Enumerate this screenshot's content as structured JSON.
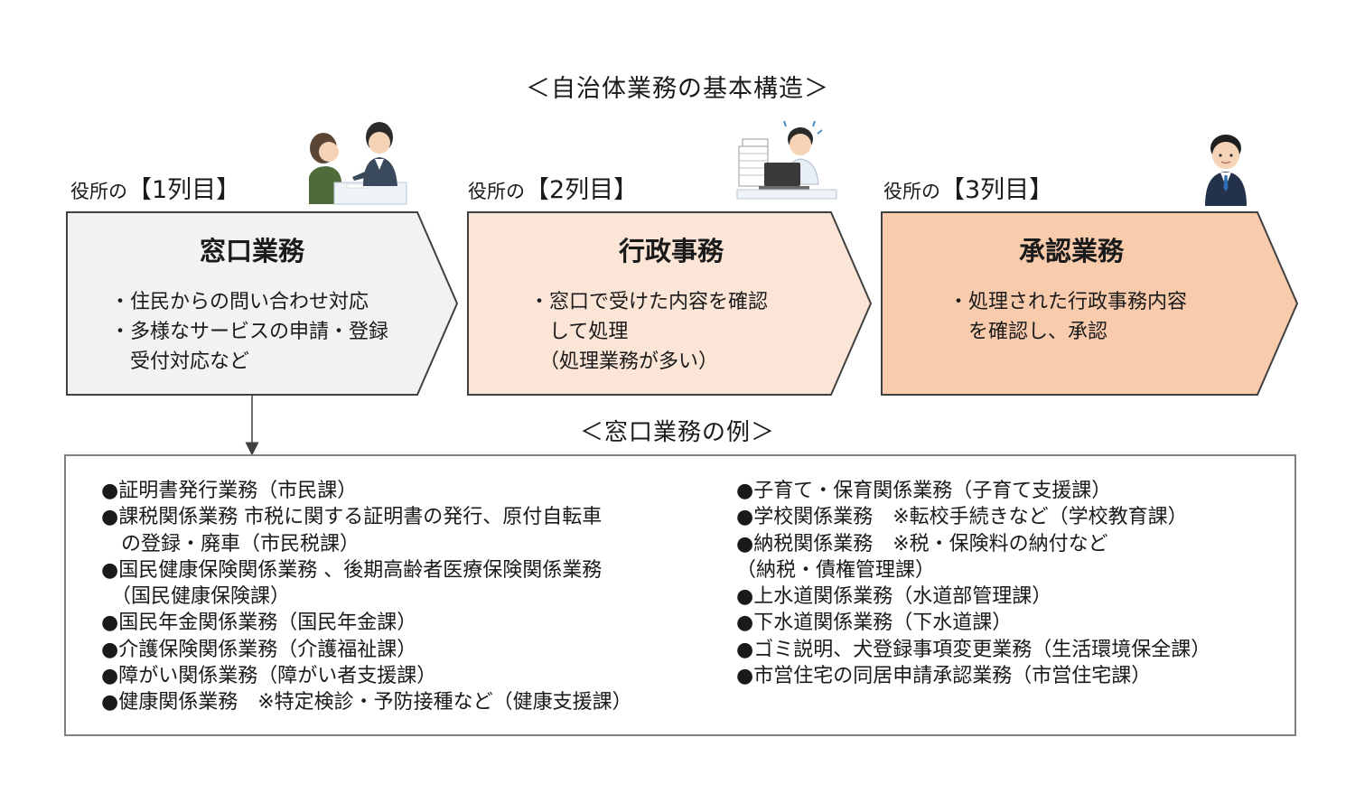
{
  "title": "＜自治体業務の基本構造＞",
  "columns": [
    {
      "label_prefix": "役所の",
      "label_main": "【1列目】",
      "box_title": "窓口業務",
      "body": "・住民からの問い合わせ対応\n・多様なサービスの申請・登録\n　受付対応など",
      "fill": "#f2f2f2",
      "illustration": "reception-counter-illustration"
    },
    {
      "label_prefix": "役所の",
      "label_main": "【2列目】",
      "box_title": "行政事務",
      "body": "・窓口で受けた内容を確認\n　して処理\n　（処理業務が多い）",
      "fill": "#fbe5d6",
      "illustration": "busy-office-worker-illustration"
    },
    {
      "label_prefix": "役所の",
      "label_main": "【3列目】",
      "box_title": "承認業務",
      "body": "・処理された行政事務内容\n　を確認し、承認",
      "fill": "#f8cbad",
      "illustration": "manager-illustration"
    }
  ],
  "examples": {
    "title": "＜窓口業務の例＞",
    "left_items": "●証明書発行業務（市民課）\n●課税関係業務 市税に関する証明書の発行、原付自転車\n　の登録・廃車（市民税課）\n●国民健康保険関係業務 、後期高齢者医療保険関係業務\n　（国民健康保険課）\n●国民年金関係業務（国民年金課）\n●介護保険関係業務（介護福祉課）\n●障がい関係業務（障がい者支援課）\n●健康関係業務　※特定検診・予防接種など（健康支援課）",
    "right_items": "●子育て・保育関係業務（子育て支援課）\n●学校関係業務　※転校手続きなど（学校教育課）\n●納税関係業務　※税・保険料の納付など\n（納税・債権管理課）\n●上水道関係業務（水道部管理課）\n●下水道関係業務（下水道課）\n●ゴミ説明、犬登録事項変更業務（生活環境保全課）\n●市営住宅の同居申請承認業務（市営住宅課）"
  },
  "colors": {
    "outline": "#404040",
    "box1": "#f2f2f2",
    "box2": "#fbe5d6",
    "box3": "#f8cbad",
    "examples_border": "#7f7f7f"
  }
}
